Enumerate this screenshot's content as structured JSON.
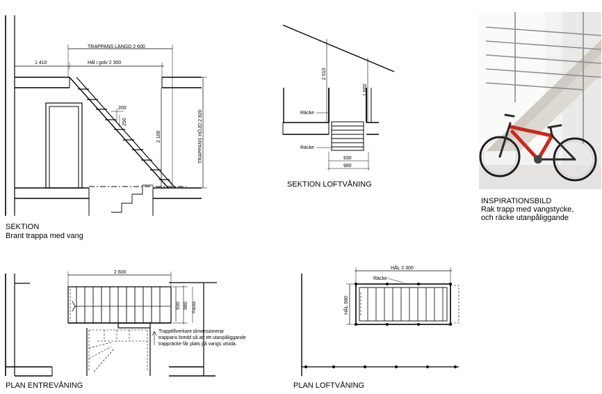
{
  "section": {
    "title": "SEKTION",
    "subtitle": "Brant trappa med vang",
    "dims": {
      "stair_length": "TRAPPANS LÄNGD 2 600",
      "offset": "1 410",
      "hole": "Hål i golv 2 300",
      "d200": "200",
      "d250": "250",
      "d2100": "2 100",
      "stair_height": "TRAPPANS HÖJD 2 820"
    }
  },
  "loft_section": {
    "title": "SEKTION LOFTVÅNING",
    "dims": {
      "d2010": "2 010",
      "d1600": "1 600",
      "railing_top": "Räcke",
      "railing_bottom": "Räcke",
      "d930": "930",
      "d980": "980"
    }
  },
  "inspiration": {
    "title": "INSPIRATIONSBILD",
    "caption_line1": "Rak trapp med vangstycke,",
    "caption_line2": "och räcke utanpåliggande"
  },
  "plan_entry": {
    "title": "PLAN ENTREVÅNING",
    "dims": {
      "d2600": "2 600",
      "d930": "930",
      "d980": "980",
      "railing_side": "Räcke"
    },
    "note": [
      "Trapptillverkare dimensionerar",
      "trappans bredd så att ett utanpåliggande",
      "trappräcke får plats på vangs utsida."
    ]
  },
  "plan_loft": {
    "title": "PLAN LOFTVÅNING",
    "dims": {
      "hole": "HÅL 2 300",
      "railing": "Räcke",
      "hole_width": "HÅL 980"
    }
  }
}
